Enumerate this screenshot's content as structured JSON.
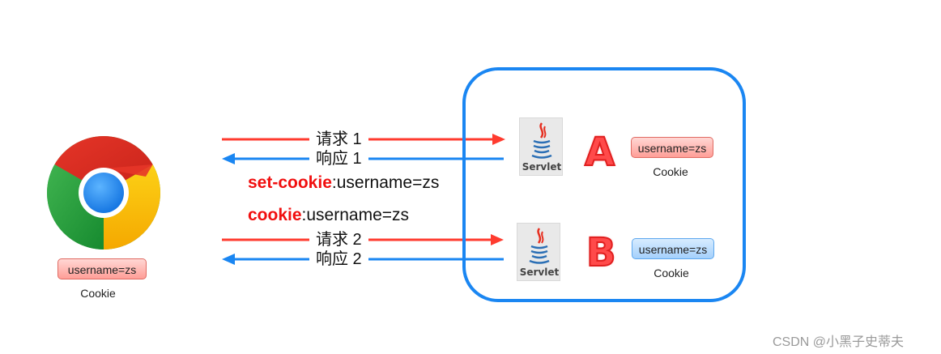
{
  "client": {
    "cookie_chip": "username=zs",
    "cookie_label": "Cookie"
  },
  "arrows": {
    "request1": "请求 1",
    "response1": "响应 1",
    "request2": "请求 2",
    "response2": "响应 2"
  },
  "headers": {
    "set_cookie_key": "set-cookie",
    "set_cookie_value": ":username=zs",
    "cookie_key": "cookie",
    "cookie_value": ":username=zs"
  },
  "servers": {
    "servlet_label": "Servlet",
    "a": {
      "letter": "A",
      "cookie_chip": "username=zs",
      "cookie_label": "Cookie"
    },
    "b": {
      "letter": "B",
      "cookie_chip": "username=zs",
      "cookie_label": "Cookie"
    }
  },
  "watermark": "CSDN @小黑子史蒂夫",
  "colors": {
    "request_arrow": "#ff3b2f",
    "response_arrow": "#1a86f2",
    "highlight": "#f10f0f",
    "server_border": "#1a86f2"
  },
  "icons": [
    "chrome-browser-icon",
    "java-coffee-cup-icon"
  ]
}
